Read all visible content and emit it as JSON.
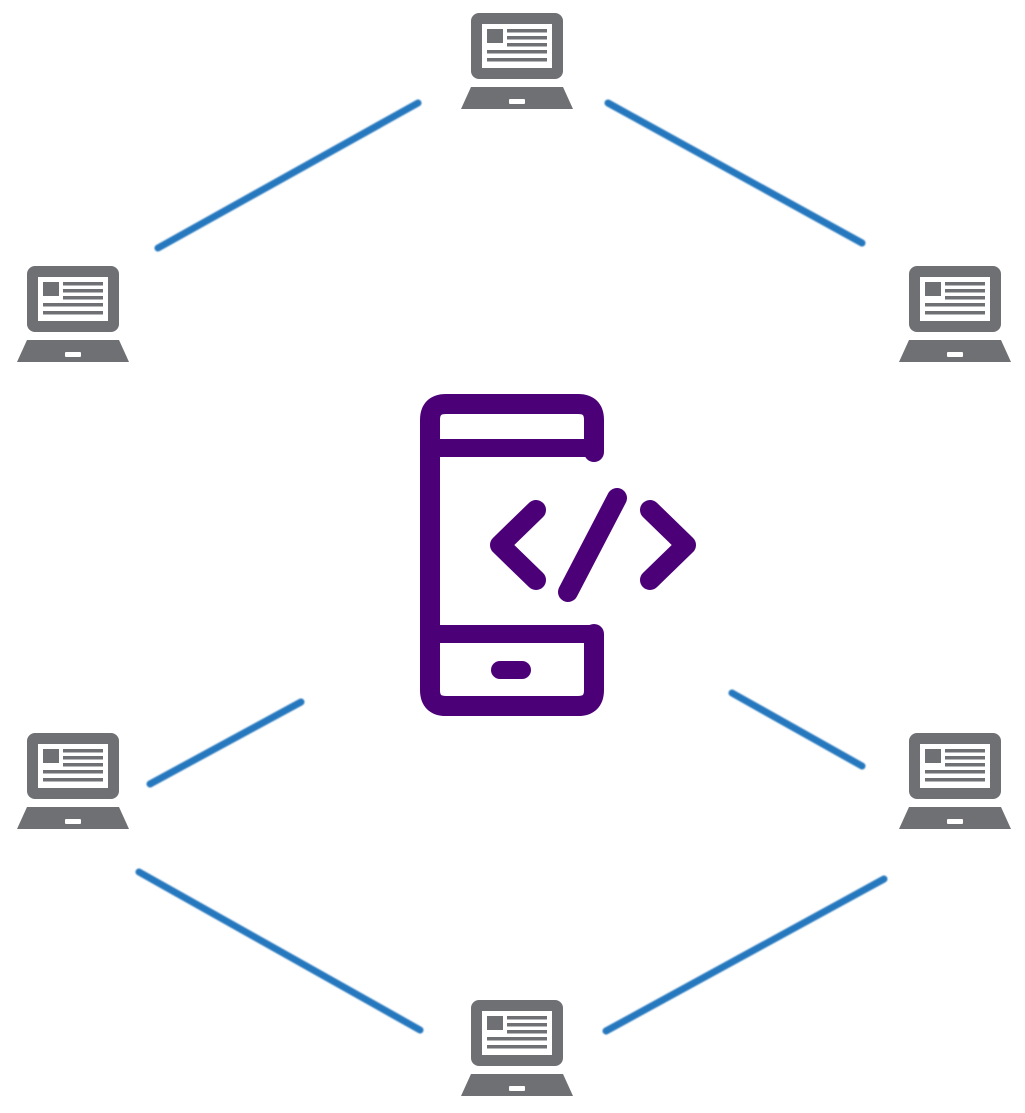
{
  "diagram": {
    "type": "network",
    "center_node": {
      "icon": "mobile-code-icon",
      "color": "#4b0078"
    },
    "peripheral_nodes": [
      {
        "id": "top",
        "icon": "laptop-icon"
      },
      {
        "id": "upper-left",
        "icon": "laptop-icon"
      },
      {
        "id": "upper-right",
        "icon": "laptop-icon"
      },
      {
        "id": "lower-left",
        "icon": "laptop-icon"
      },
      {
        "id": "lower-right",
        "icon": "laptop-icon"
      },
      {
        "id": "bottom",
        "icon": "laptop-icon"
      }
    ],
    "node_color": "#6f7073",
    "link_color": "#2878be",
    "links": [
      {
        "from": "top",
        "to": "upper-left"
      },
      {
        "from": "top",
        "to": "upper-right"
      },
      {
        "from": "top",
        "to": "center"
      },
      {
        "from": "upper-left",
        "to": "lower-left"
      },
      {
        "from": "upper-right",
        "to": "lower-right"
      },
      {
        "from": "lower-left",
        "to": "center"
      },
      {
        "from": "lower-right",
        "to": "center"
      },
      {
        "from": "lower-left",
        "to": "bottom"
      },
      {
        "from": "lower-right",
        "to": "bottom"
      }
    ]
  }
}
